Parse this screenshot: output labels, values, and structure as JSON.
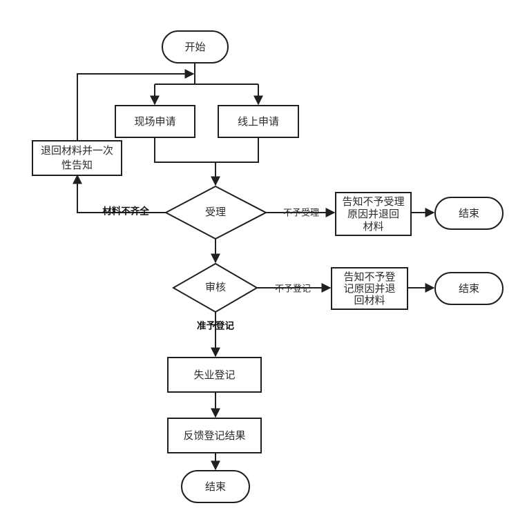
{
  "diagram": {
    "type": "flowchart",
    "orientation": "top-to-bottom",
    "language": "zh-CN",
    "theme": {
      "background": "#ffffff",
      "stroke": "#1f1f1f",
      "node_fill": "#ffffff",
      "text": "#2b2b2b",
      "emphasis_text": "#111111"
    }
  },
  "nodes": {
    "start": {
      "label": "开始",
      "shape": "capsule"
    },
    "onsite_application": {
      "label": "现场申请",
      "shape": "rect"
    },
    "online_application": {
      "label": "线上申请",
      "shape": "rect"
    },
    "return_materials": {
      "label_line1": "退回材料并一次",
      "label_line2": "性告知",
      "shape": "rect"
    },
    "accept_decision": {
      "label": "受理",
      "shape": "diamond"
    },
    "notify_reject_accept": {
      "label_line1": "告知不予受理",
      "label_line2": "原因并退回",
      "label_line3": "材料",
      "shape": "rect"
    },
    "end_reject_accept": {
      "label": "结束",
      "shape": "capsule"
    },
    "review_decision": {
      "label": "审核",
      "shape": "diamond"
    },
    "notify_reject_register": {
      "label_line1": "告知不予登",
      "label_line2": "记原因并退",
      "label_line3": "回材料",
      "shape": "rect"
    },
    "end_reject_register": {
      "label": "结束",
      "shape": "capsule"
    },
    "unemployment_registration": {
      "label": "失业登记",
      "shape": "rect"
    },
    "feedback_result": {
      "label": "反馈登记结果",
      "shape": "rect"
    },
    "end_success": {
      "label": "结束",
      "shape": "capsule"
    }
  },
  "edge_labels": {
    "materials_incomplete": "材料不齐全",
    "not_accepted": "不予受理",
    "not_registered": "不予登记",
    "approve_registration": "准予登记"
  }
}
